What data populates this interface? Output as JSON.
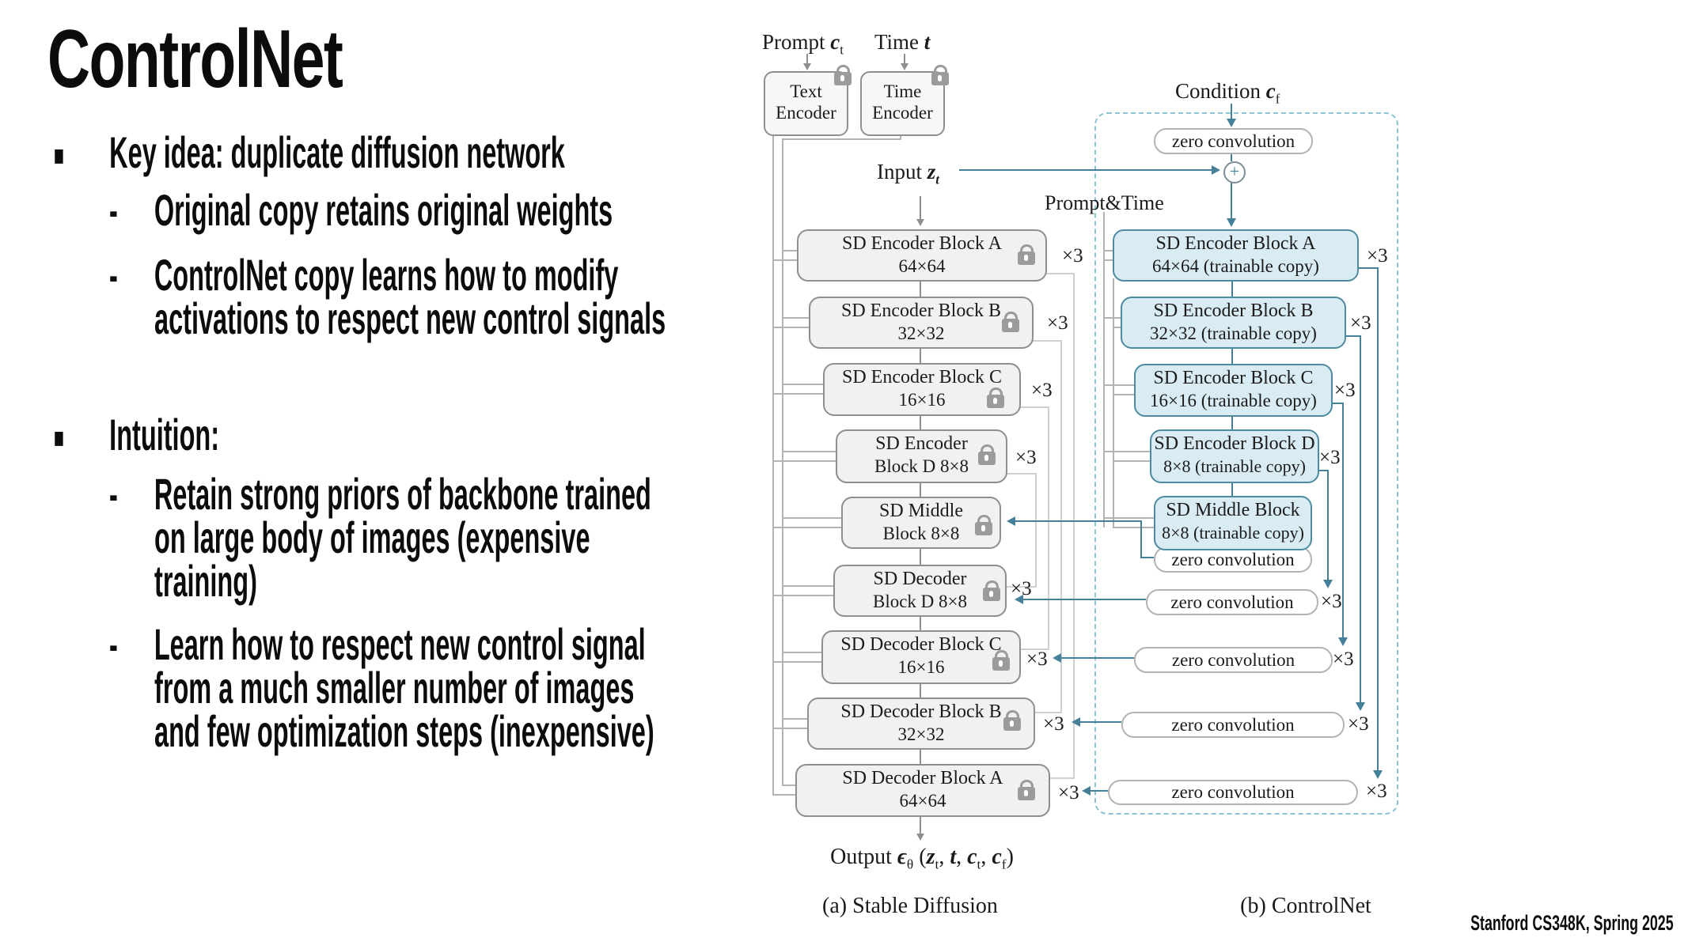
{
  "slide": {
    "title": "ControlNet",
    "bullet1": {
      "marker": "■",
      "text": "Key idea: duplicate diffusion network"
    },
    "sub1a": {
      "marker": "-",
      "lines": [
        "Original copy retains original weights"
      ]
    },
    "sub1b": {
      "marker": "-",
      "lines": [
        "ControlNet copy learns how to modify",
        "activations to respect new control signals"
      ]
    },
    "bullet2": {
      "marker": "■",
      "text": "Intuition:"
    },
    "sub2a": {
      "marker": "-",
      "lines": [
        "Retain strong priors of backbone trained",
        "on large body of images (expensive",
        "training)"
      ]
    },
    "sub2b": {
      "marker": "-",
      "lines": [
        "Learn how to respect new control signal",
        "from a much smaller number of images",
        "and few optimization steps (inexpensive)"
      ]
    },
    "footer": "Stanford CS348K, Spring 2025"
  },
  "diagram": {
    "labels": {
      "prompt_html": "Prompt <b><i>c</i></b><sub>t</sub>",
      "time_html": "Time <b><i>t</i></b>",
      "input_html": "Input <b><i>z</i></b><sub><b><i>t</i></b></sub>",
      "condition_html": "Condition <b><i>c</i></b><sub>f</sub>",
      "prompt_time": "Prompt&Time",
      "output_html": "Output <b><i>ϵ</i></b><sub>θ</sub> (<b><i>z</i></b><sub>t</sub>, <b><i>t</i></b>, <b><i>c</i></b><sub>t</sub>, <b><i>c</i></b><sub>f</sub>)",
      "plus": "+",
      "caption_a": "(a) Stable Diffusion",
      "caption_b": "(b) ControlNet"
    },
    "text_encoder": {
      "line1": "Text",
      "line2": "Encoder"
    },
    "time_encoder": {
      "line1": "Time",
      "line2": "Encoder"
    },
    "sd_blocks": [
      {
        "line1": "SD Encoder Block A",
        "line2": "64×64",
        "times": "×3"
      },
      {
        "line1": "SD Encoder Block B",
        "line2": "32×32",
        "times": "×3"
      },
      {
        "line1": "SD Encoder Block C",
        "line2": "16×16",
        "times": "×3"
      },
      {
        "line1": "SD Encoder",
        "line2": "Block D 8×8",
        "times": "×3"
      },
      {
        "line1": "SD Middle",
        "line2": "Block 8×8",
        "times": ""
      },
      {
        "line1": "SD Decoder",
        "line2": "Block D 8×8",
        "times": "×3"
      },
      {
        "line1": "SD Decoder Block C",
        "line2": "16×16",
        "times": "×3"
      },
      {
        "line1": "SD Decoder Block B",
        "line2": "32×32",
        "times": "×3"
      },
      {
        "line1": "SD Decoder Block A",
        "line2": "64×64",
        "times": "×3"
      }
    ],
    "cn_blocks": [
      {
        "line1": "SD Encoder Block A",
        "line2": "64×64 (trainable copy)",
        "times": "×3"
      },
      {
        "line1": "SD Encoder Block B",
        "line2": "32×32 (trainable copy)",
        "times": "×3"
      },
      {
        "line1": "SD Encoder Block C",
        "line2": "16×16 (trainable copy)",
        "times": "×3"
      },
      {
        "line1": "SD Encoder Block D",
        "line2": "8×8 (trainable copy)",
        "times": "×3"
      },
      {
        "line1": "SD Middle Block",
        "line2": "8×8 (trainable copy)",
        "times": ""
      }
    ],
    "zero_conv_label": "zero convolution",
    "times3": "×3",
    "colors": {
      "teal_arrow": "#44809a",
      "trainable_fill": "#d9ecf4",
      "trainable_border": "#4e8ba0",
      "locked_fill": "#f1f1f1",
      "dashed_border": "#8cc3d5",
      "lock_gray": "#9b9b9b"
    }
  }
}
